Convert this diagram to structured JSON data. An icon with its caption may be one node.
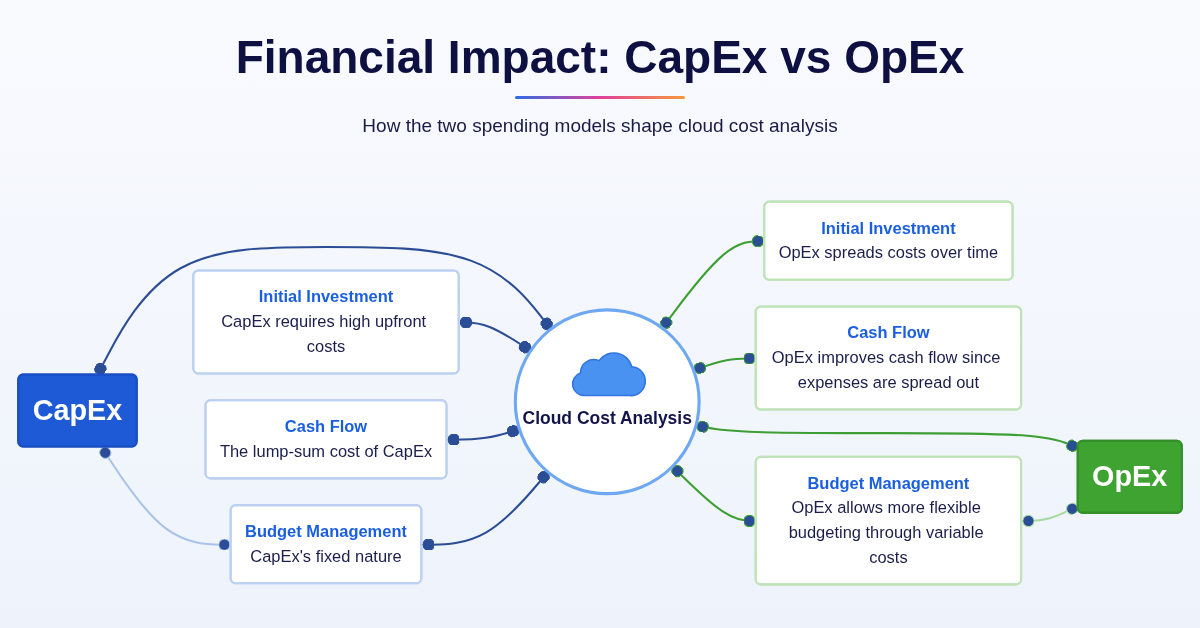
{
  "diagram": {
    "title": "Financial Impact: CapEx vs OpEx",
    "caption": "How the two spending models shape cloud cost analysis",
    "nodes": [
      {
        "text": [
          "CapEx"
        ]
      },
      {
        "text": [
          "Initial Investment",
          "CapEx requires high upfront costs"
        ]
      },
      {
        "text": [
          "Cash Flow",
          "The lump-sum cost of CapEx"
        ]
      },
      {
        "text": [
          "Budget Management",
          "CapEx's fixed nature"
        ]
      },
      {
        "text": [
          "Cloud Cost Analysis"
        ]
      },
      {
        "text": [
          "OpEx"
        ]
      },
      {
        "text": [
          "Initial Investment",
          "OpEx spreads costs over time"
        ]
      },
      {
        "text": [
          "Cash Flow",
          "OpEx improves cash flow since expenses are spread out"
        ]
      },
      {
        "text": [
          "Budget Management",
          "OpEx allows more flexible budgeting through variable costs"
        ]
      }
    ],
    "edges": [
      {
        "from": 0,
        "to": 4,
        "arrow": "other",
        "color": "#2b4d96"
      },
      {
        "from": 1,
        "to": 4,
        "arrow": "other",
        "color": "#2b4d96"
      },
      {
        "from": 2,
        "to": 4,
        "arrow": "other",
        "color": "#2b4d96"
      },
      {
        "from": 3,
        "to": 4,
        "arrow": "other",
        "color": "#2b4d96"
      },
      {
        "from": 0,
        "to": 3,
        "arrow": "other",
        "color": "#a9c3e8"
      },
      {
        "from": 4,
        "to": 5,
        "arrow": "other",
        "color": "#3d9e33"
      },
      {
        "from": 4,
        "to": 6,
        "arrow": "other",
        "color": "#3d9e33"
      },
      {
        "from": 4,
        "to": 7,
        "arrow": "other",
        "color": "#3d9e33"
      },
      {
        "from": 4,
        "to": 8,
        "arrow": "other",
        "color": "#3d9e33"
      },
      {
        "from": 8,
        "to": 5,
        "arrow": "other",
        "color": "#a9d9a0"
      }
    ]
  }
}
